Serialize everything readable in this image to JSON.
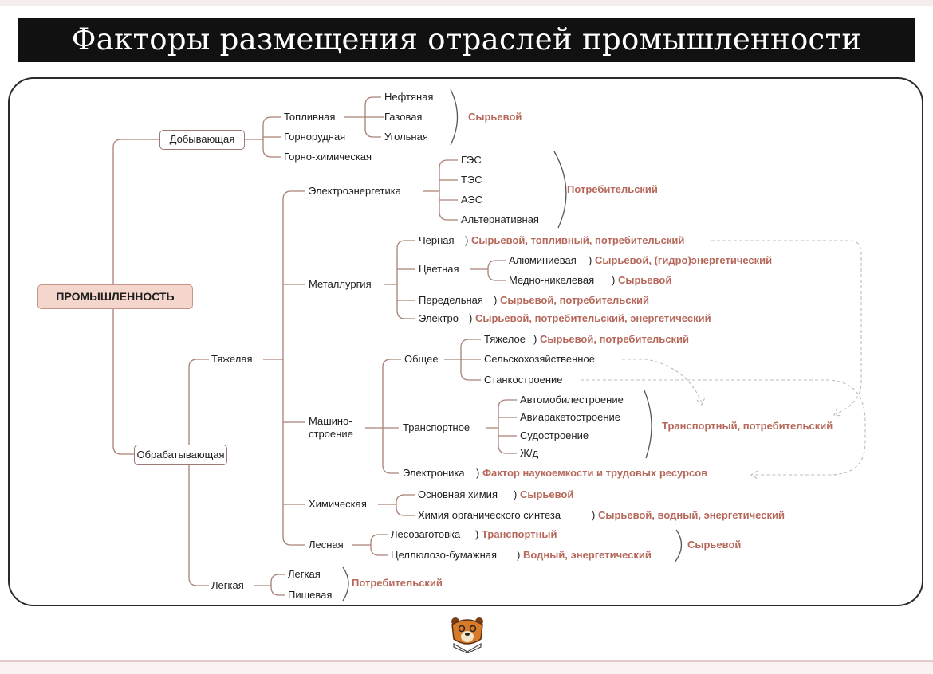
{
  "title": "Факторы размещения отраслей промышленности",
  "root": "ПРОМЫШЛЕННОСТЬ",
  "mining": {
    "label": "Добывающая",
    "children": [
      "Топливная",
      "Горнорудная",
      "Горно-химическая"
    ],
    "fuel_children": [
      "Нефтяная",
      "Газовая",
      "Угольная"
    ],
    "factor": "Сырьевой"
  },
  "processing": {
    "label": "Обрабатывающая",
    "heavy": {
      "label": "Тяжелая",
      "power": {
        "label": "Электроэнергетика",
        "children": [
          "ГЭС",
          "ТЭС",
          "АЭС",
          "Альтернативная"
        ],
        "factor": "Потребительский"
      },
      "metallurgy": {
        "label": "Металлургия",
        "black": {
          "label": "Черная",
          "factor": "Сырьевой, топливный, потребительский"
        },
        "nonferrous": {
          "label": "Цветная",
          "aluminium": {
            "label": "Алюминиевая",
            "factor": "Сырьевой, (гидро)энергетический"
          },
          "coppernickel": {
            "label": "Медно-никелевая",
            "factor": "Сырьевой"
          }
        },
        "redistribution": {
          "label": "Передельная",
          "factor": "Сырьевой, потребительский"
        },
        "electro": {
          "label": "Электро",
          "factor": "Сырьевой, потребительский, энергетический"
        }
      },
      "machinery": {
        "label_line1": "Машино-",
        "label_line2": "строение",
        "general": {
          "label": "Общее",
          "heavy": {
            "label": "Тяжелое",
            "factor": "Сырьевой, потребительский"
          },
          "agri": "Сельскохозяйственное",
          "machine_tools": "Станкостроение"
        },
        "transport": {
          "label": "Транспортное",
          "children": [
            "Автомобилестроение",
            "Авиаракетостроение",
            "Судостроение",
            "Ж/д"
          ],
          "factor": "Транспортный, потребительский"
        },
        "electronics": {
          "label": "Электроника",
          "factor": "Фактор наукоемкости и трудовых ресурсов"
        }
      },
      "chemical": {
        "label": "Химическая",
        "basic": {
          "label": "Основная химия",
          "factor": "Сырьевой"
        },
        "organic": {
          "label": "Химия органического синтеза",
          "factor": "Сырьевой, водный, энергетический"
        }
      },
      "forest": {
        "label": "Лесная",
        "logging": {
          "label": "Лесозаготовка",
          "factor": "Транспортный"
        },
        "pulp": {
          "label": "Целлюлозо-бумажная",
          "factor": "Водный, энергетический"
        },
        "factor": "Сырьевой"
      }
    },
    "light": {
      "label": "Легкая",
      "children": [
        "Легкая",
        "Пищевая"
      ],
      "factor": "Потребительский"
    }
  },
  "colors": {
    "factor": "#b6685a",
    "line": "#a98076",
    "root_bg": "#f5d6cd"
  }
}
